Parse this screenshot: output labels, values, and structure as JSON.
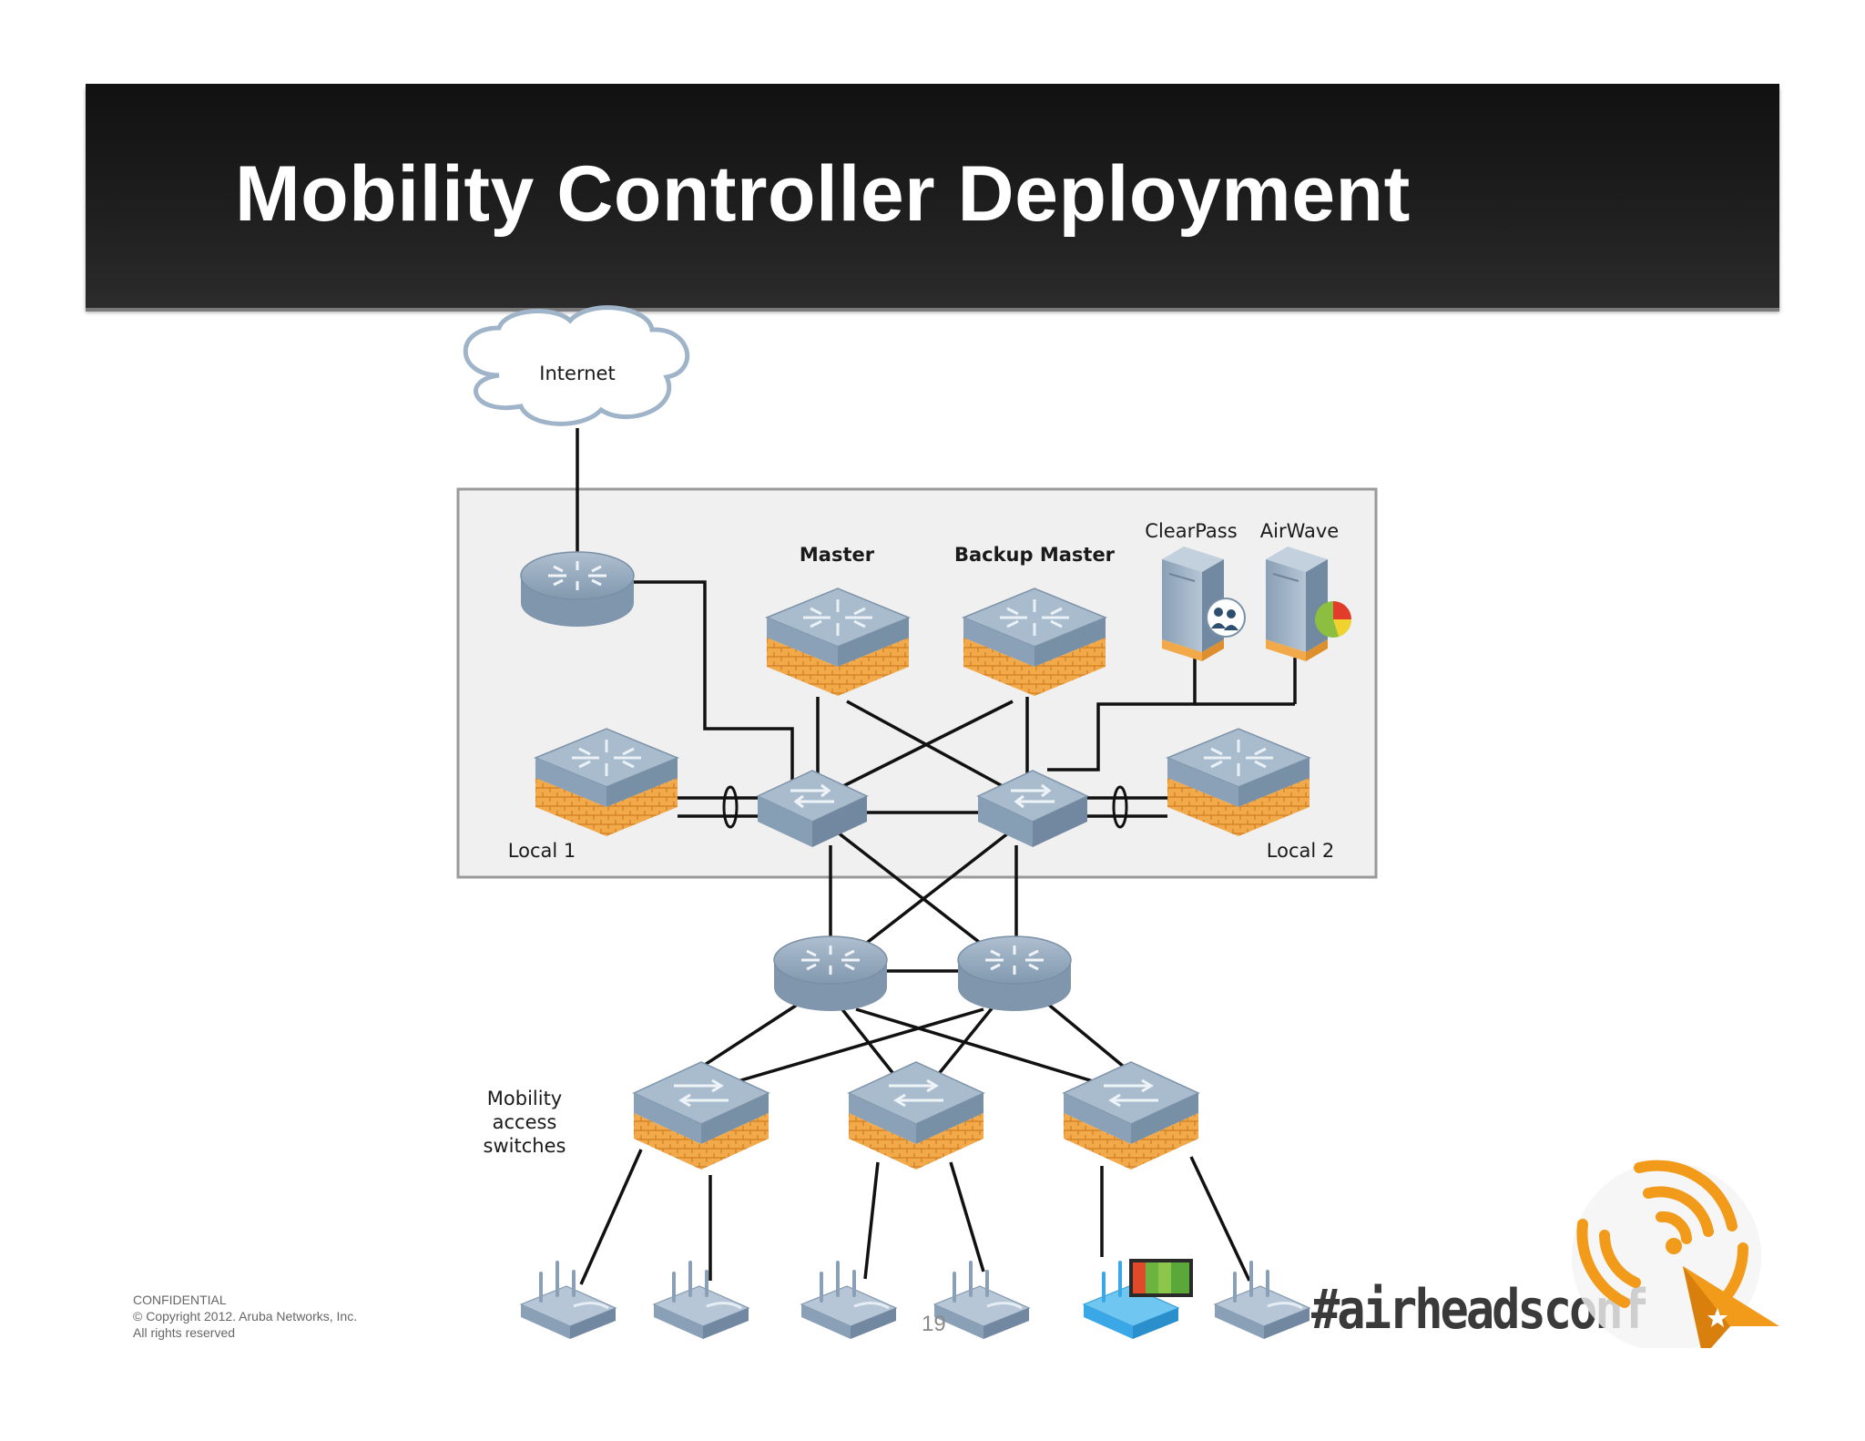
{
  "slide": {
    "title": "Mobility Controller Deployment",
    "page_number": "19",
    "hashtag": "#airheadsconf"
  },
  "footer": {
    "line1": "CONFIDENTIAL",
    "line2": "© Copyright 2012. Aruba Networks, Inc.",
    "line3": "All rights reserved"
  },
  "diagram": {
    "internet": "Internet",
    "master": "Master",
    "backup_master": "Backup Master",
    "clearpass": "ClearPass",
    "airwave": "AirWave",
    "local1": "Local 1",
    "local2": "Local 2",
    "access_switches": [
      "Mobility",
      "access",
      "switches"
    ]
  },
  "colors": {
    "header": "#1a1a1a",
    "device_top": "#9fb4c8",
    "device_side": "#7f97ad",
    "brick": "#f0a848",
    "accent_orange": "#f29a1a",
    "line": "#111111"
  }
}
